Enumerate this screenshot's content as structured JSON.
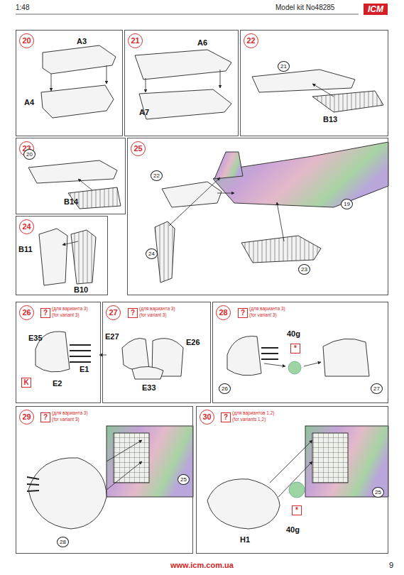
{
  "diagram": {
    "nodes": [
      {
        "text": [
          "20"
        ]
      },
      {
        "text": [
          "21"
        ]
      },
      {
        "text": [
          "22"
        ]
      },
      {
        "text": [
          "23"
        ]
      },
      {
        "text": [
          "24"
        ]
      },
      {
        "text": [
          "25"
        ]
      },
      {
        "text": [
          "26"
        ]
      },
      {
        "text": [
          "27"
        ]
      },
      {
        "text": [
          "28"
        ]
      },
      {
        "text": [
          "29"
        ]
      },
      {
        "text": [
          "30"
        ]
      }
    ],
    "labels": [
      "1:48",
      "Model kit No48285",
      "ICM",
      "A3",
      "A4",
      "A6",
      "A7",
      "21",
      "B13",
      "20",
      "B14",
      "B11",
      "B10",
      "22",
      "19",
      "24",
      "23",
      "?",
      "(для варианта 3)",
      "(for variant 3)",
      "E35",
      "E1",
      "E2",
      "K",
      "?",
      "(для варианта 3)",
      "(for variant 3)",
      "E27",
      "E26",
      "E33",
      "?",
      "(для варианта 3)",
      "(for variant 3)",
      "40g",
      "*",
      "26",
      "27",
      "?",
      "(для варианта 3)",
      "(for variant 3)",
      "25",
      "28",
      "?",
      "(для вариантов 1,2)",
      "(for variants 1,2)",
      "25",
      "*",
      "40g",
      "H1",
      "www.icm.com.ua",
      "9"
    ]
  }
}
